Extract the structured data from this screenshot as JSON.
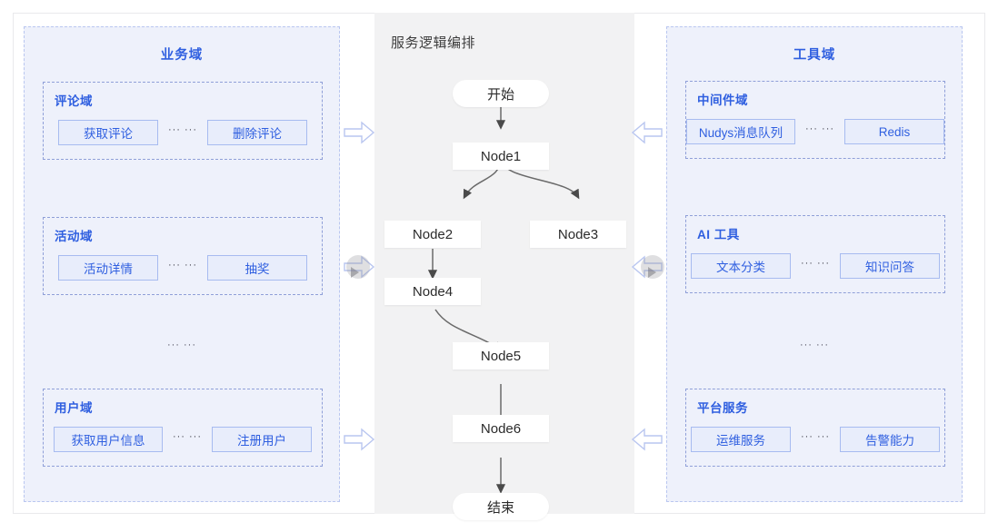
{
  "center": {
    "title": "服务逻辑编排",
    "nodes": [
      {
        "id": "start",
        "label": "开始"
      },
      {
        "id": "node1",
        "label": "Node1"
      },
      {
        "id": "node2",
        "label": "Node2"
      },
      {
        "id": "node3",
        "label": "Node3"
      },
      {
        "id": "node4",
        "label": "Node4"
      },
      {
        "id": "node5",
        "label": "Node5"
      },
      {
        "id": "node6",
        "label": "Node6"
      },
      {
        "id": "end",
        "label": "结束"
      }
    ]
  },
  "left_panel": {
    "title": "业务域",
    "ellipsis": "··· ···",
    "groups": [
      {
        "title": "评论域",
        "separator": "··· ···",
        "chips": [
          "获取评论",
          "删除评论"
        ]
      },
      {
        "title": "活动域",
        "separator": "··· ···",
        "chips": [
          "活动详情",
          "抽奖"
        ]
      },
      {
        "title": "用户域",
        "separator": "··· ···",
        "chips": [
          "获取用户信息",
          "注册用户"
        ]
      }
    ]
  },
  "right_panel": {
    "title": "工具域",
    "ellipsis": "··· ···",
    "groups": [
      {
        "title": "中间件域",
        "separator": "··· ···",
        "chips": [
          "Nudys消息队列",
          "Redis"
        ]
      },
      {
        "title": "AI 工具",
        "separator": "··· ···",
        "chips": [
          "文本分类",
          "知识问答"
        ]
      },
      {
        "title": "平台服务",
        "separator": "··· ···",
        "chips": [
          "运维服务",
          "告警能力"
        ]
      }
    ]
  },
  "connectors": {
    "left_arrows": [
      "arrow-right",
      "arrow-right",
      "arrow-right"
    ],
    "right_arrows": [
      "arrow-left",
      "arrow-left",
      "arrow-left"
    ]
  },
  "colors": {
    "accent_blue": "#2f5fe0",
    "panel_bg": "#eef1fb",
    "panel_border": "#b9c6f0",
    "chip_bg": "#e8edfb",
    "chip_border": "#a7bbf0",
    "center_bg": "#f2f2f3",
    "node_bg": "#ffffff",
    "edge": "#5a5a5a"
  }
}
